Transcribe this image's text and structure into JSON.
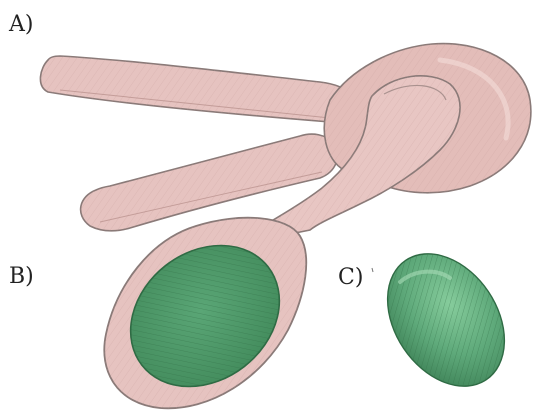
{
  "panels": {
    "a": {
      "label": "A)"
    },
    "b": {
      "label": "B)"
    },
    "c": {
      "label": "C)"
    }
  },
  "colors": {
    "background": "#ffffff",
    "body_fill": "#e6c3c0",
    "body_stroke": "#8a7a78",
    "body_shade": "#c9a09c",
    "green_fill": "#4f9e6c",
    "green_light": "#7cc595",
    "green_dark": "#2f6b44",
    "label_text": "#222222"
  }
}
